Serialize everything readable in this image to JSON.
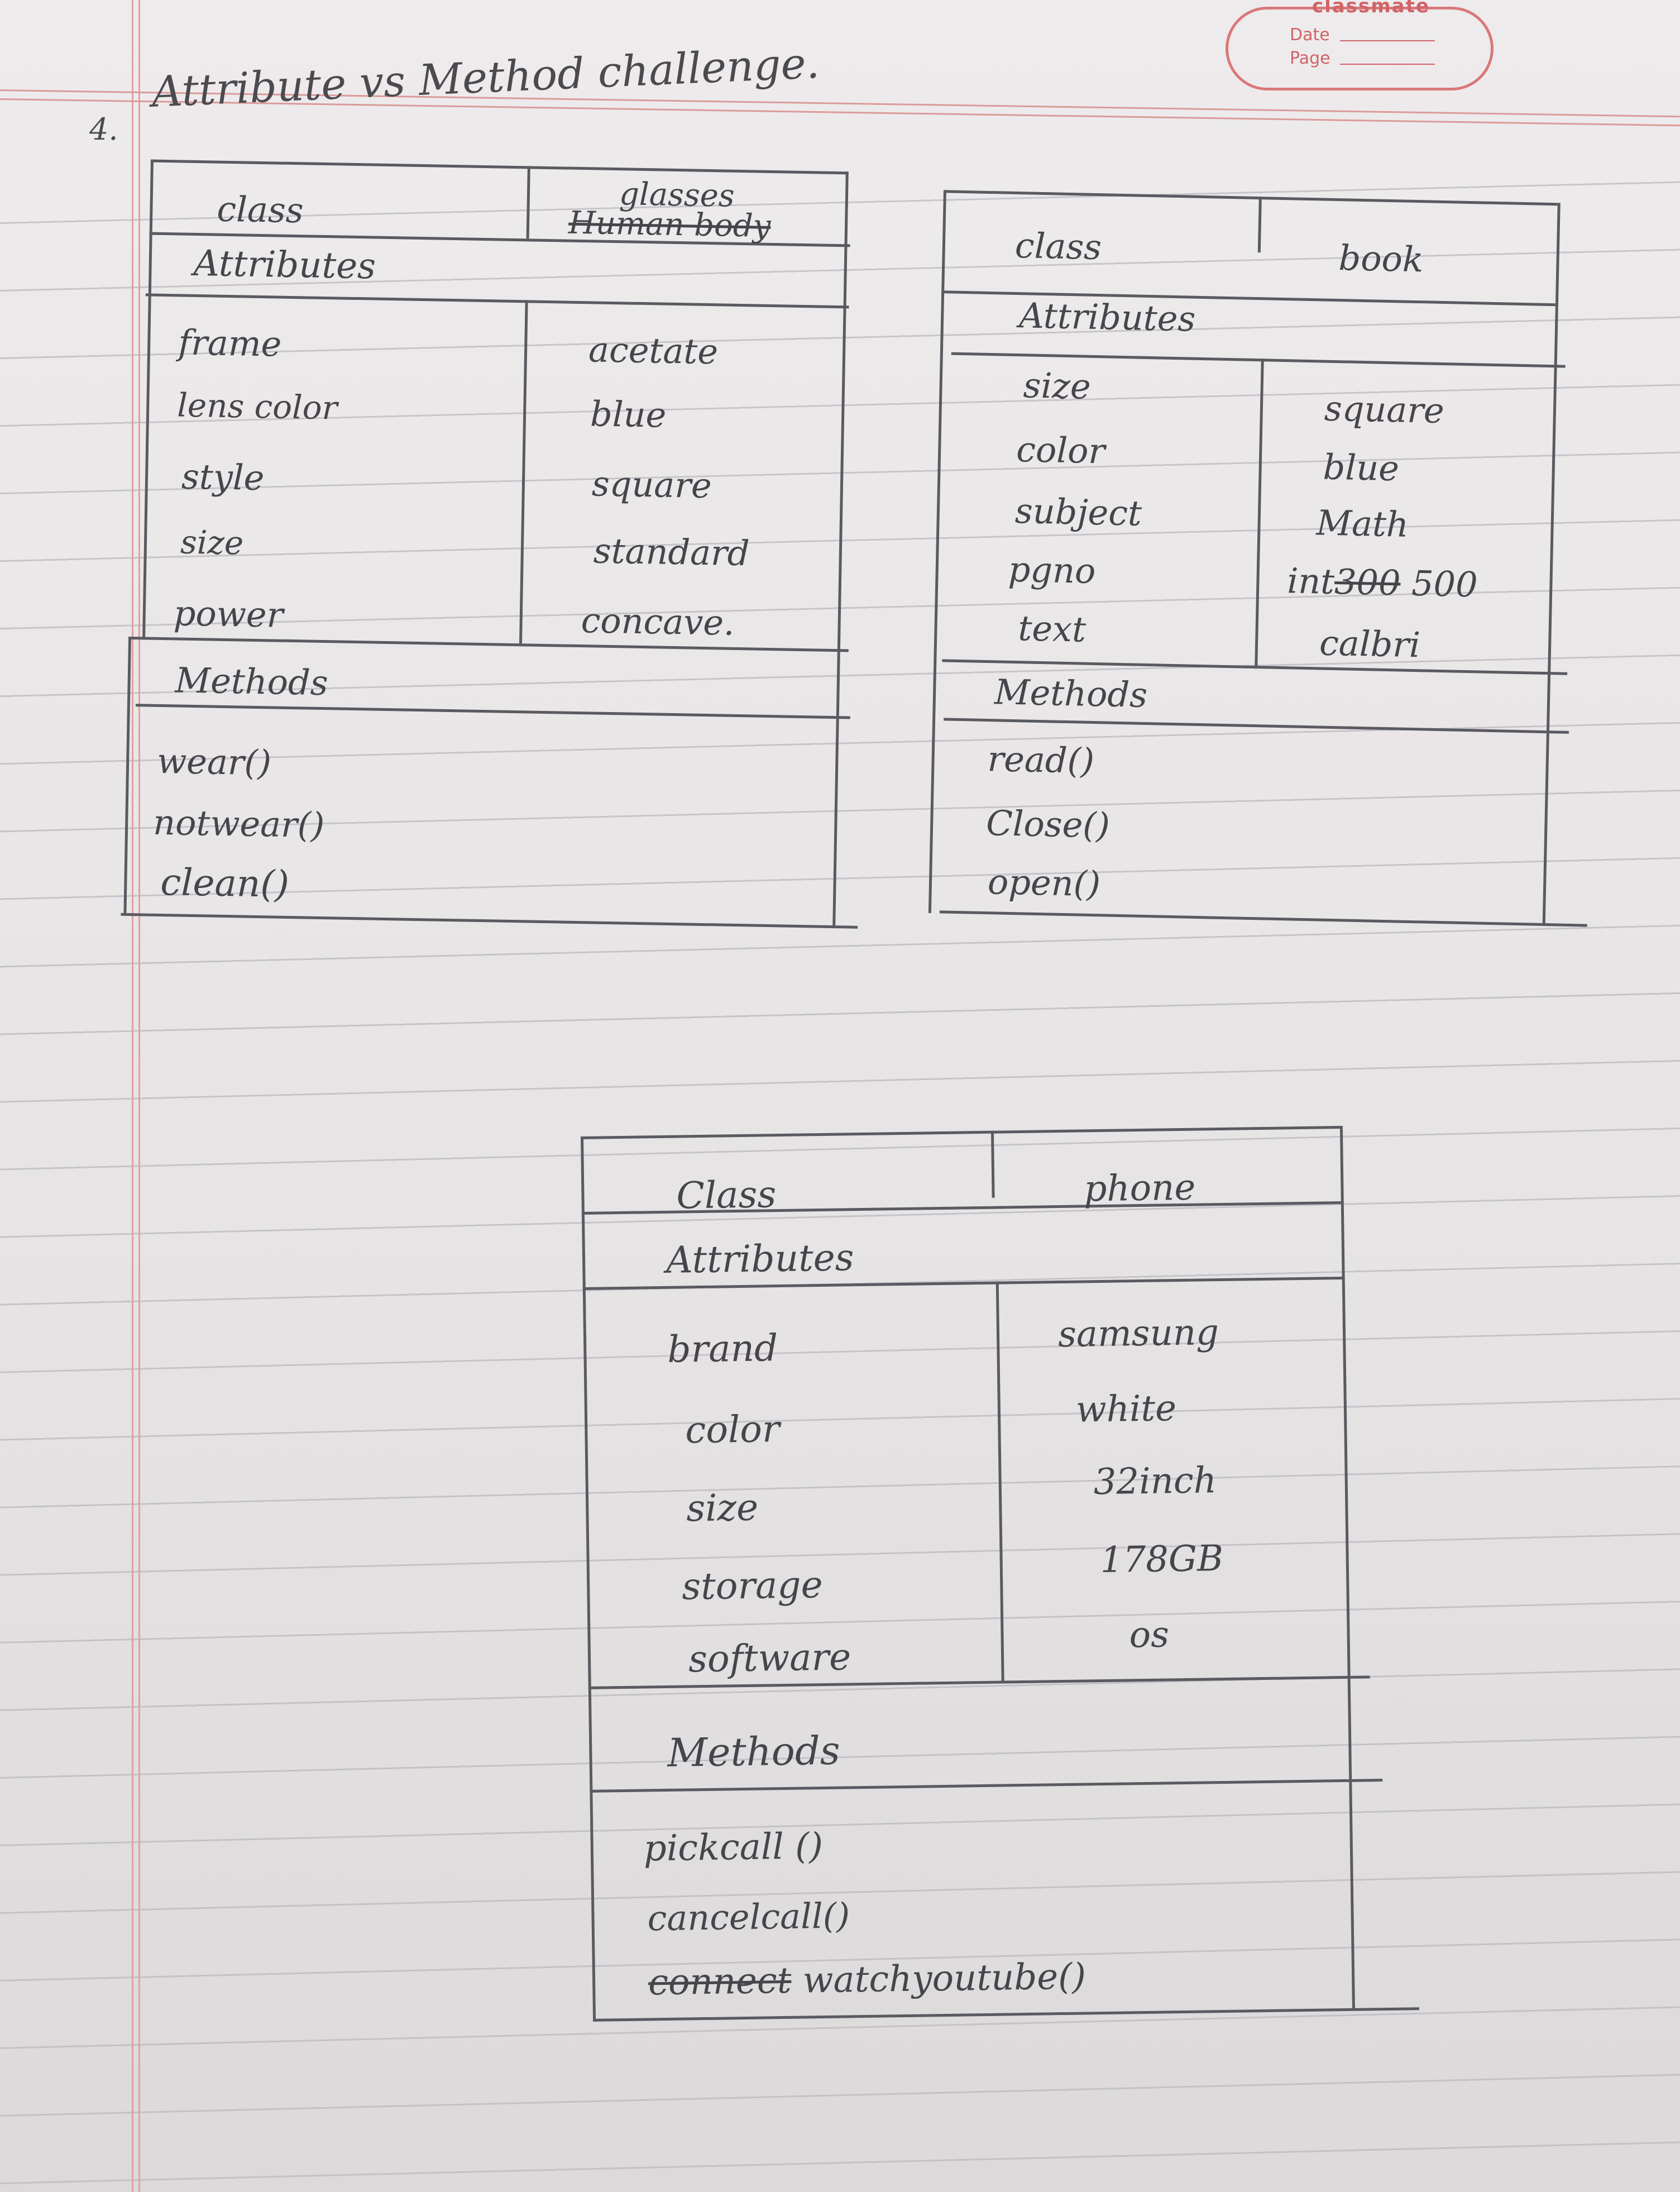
{
  "page": {
    "badge": {
      "brand": "classmate",
      "date_label": "Date",
      "page_label": "Page"
    },
    "question_number": "4.",
    "title": "Attribute vs Method challenge."
  },
  "glasses": {
    "class_label": "class",
    "class_struck": "Human body",
    "class_value": "glasses",
    "attributes_label": "Attributes",
    "attributes": [
      {
        "name": "frame",
        "value": "acetate"
      },
      {
        "name": "lens color",
        "value": "blue"
      },
      {
        "name": "style",
        "value": "square"
      },
      {
        "name": "size",
        "value": "standard"
      },
      {
        "name": "power",
        "value": "concave."
      }
    ],
    "methods_label": "Methods",
    "methods": [
      "wear()",
      "notwear()",
      "clean()"
    ]
  },
  "book": {
    "class_label": "class",
    "class_value": "book",
    "attributes_label": "Attributes",
    "attributes": [
      {
        "name": "size",
        "value": "square"
      },
      {
        "name": "color",
        "value": "blue"
      },
      {
        "name": "subject",
        "value": "Math"
      },
      {
        "name": "pgno",
        "value_prefix": "int",
        "value_struck": "300",
        "value": "500"
      },
      {
        "name": "text",
        "value": "calbri"
      }
    ],
    "methods_label": "Methods",
    "methods": [
      "read()",
      "Close()",
      "open()"
    ]
  },
  "phone": {
    "class_label": "Class",
    "class_value": "phone",
    "attributes_label": "Attributes",
    "attributes": [
      {
        "name": "brand",
        "value": "samsung"
      },
      {
        "name": "color",
        "value": "white"
      },
      {
        "name": "size",
        "value": "32inch"
      },
      {
        "name": "storage",
        "value": "178GB"
      },
      {
        "name": "software",
        "value": "os"
      }
    ],
    "methods_label": "Methods",
    "methods": [
      "pickcall ()",
      "cancelcall()"
    ],
    "last_method_struck": "connect",
    "last_method": "watchyoutube()"
  },
  "colors": {
    "paper": "#e9e6e7",
    "rule": "#b8b6be",
    "pencil": "#4a4a4f",
    "brand_red": "#d06468"
  }
}
